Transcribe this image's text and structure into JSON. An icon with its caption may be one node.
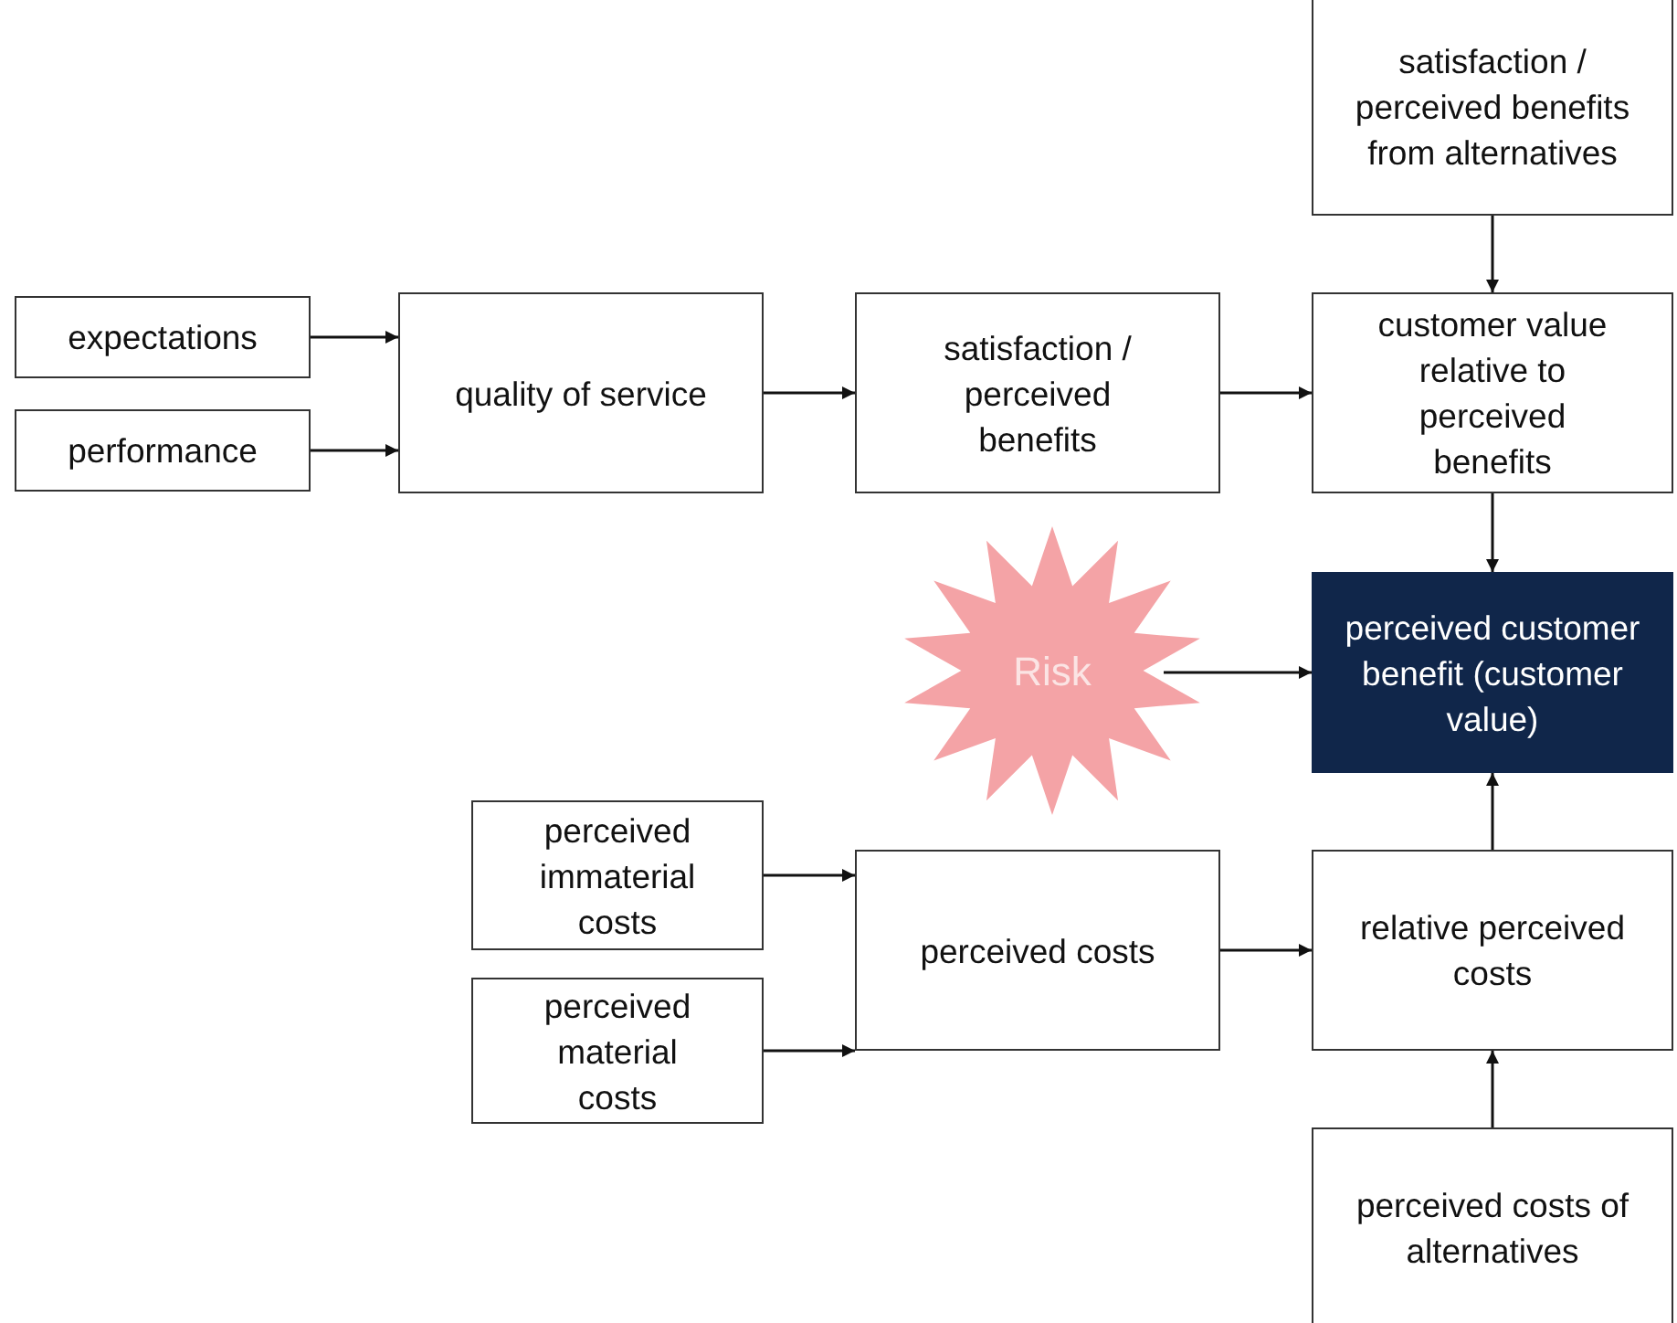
{
  "diagram": {
    "nodes": [
      {
        "text": [
          "expectations"
        ]
      },
      {
        "text": [
          "performance"
        ]
      },
      {
        "text": [
          "quality of service"
        ]
      },
      {
        "text": [
          "satisfaction / perceived benefits"
        ]
      },
      {
        "text": [
          "satisfaction / perceived benefits from alternatives"
        ]
      },
      {
        "text": [
          "customer value relative to perceived benefits"
        ]
      },
      {
        "text": [
          "Risk"
        ]
      },
      {
        "text": [
          "perceived customer benefit (customer value)"
        ]
      },
      {
        "text": [
          "perceived immaterial costs"
        ]
      },
      {
        "text": [
          "perceived material costs"
        ]
      },
      {
        "text": [
          "perceived costs"
        ]
      },
      {
        "text": [
          "relative perceived costs"
        ]
      },
      {
        "text": [
          "perceived costs of alternatives"
        ]
      }
    ],
    "edges": [
      {
        "from": 0,
        "to": 2,
        "arrow": "to"
      },
      {
        "from": 1,
        "to": 2,
        "arrow": "to"
      },
      {
        "from": 2,
        "to": 3,
        "arrow": "to"
      },
      {
        "from": 3,
        "to": 5,
        "arrow": "to"
      },
      {
        "from": 4,
        "to": 5,
        "arrow": "to"
      },
      {
        "from": 5,
        "to": 7,
        "arrow": "to"
      },
      {
        "from": 6,
        "to": 7,
        "arrow": "to"
      },
      {
        "from": 8,
        "to": 10,
        "arrow": "to"
      },
      {
        "from": 9,
        "to": 10,
        "arrow": "to"
      },
      {
        "from": 10,
        "to": 11,
        "arrow": "to"
      },
      {
        "from": 11,
        "to": 7,
        "arrow": "to"
      },
      {
        "from": 12,
        "to": 11,
        "arrow": "to"
      }
    ]
  }
}
